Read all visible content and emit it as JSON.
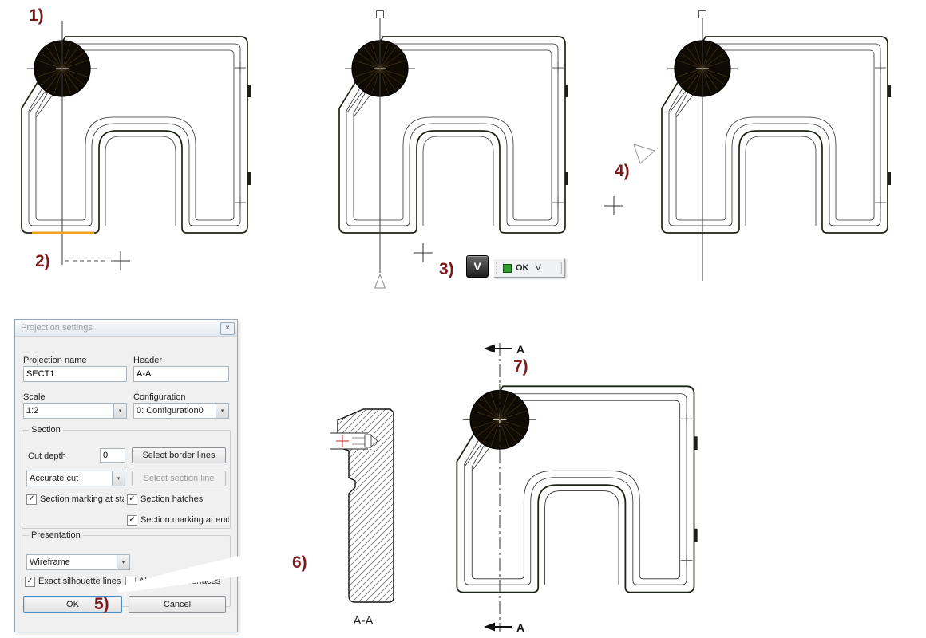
{
  "annotations": {
    "n1": "1)",
    "n2": "2)",
    "n3": "3)",
    "n4": "4)",
    "n5": "5)",
    "n6": "6)",
    "n7": "7)"
  },
  "key_hint": {
    "key": "V"
  },
  "mini_toolbar": {
    "ok": "OK",
    "v": "V"
  },
  "icons": {
    "check": "✓",
    "close": "×",
    "dropdown": "▾"
  },
  "dialog": {
    "title": "Projection settings",
    "projection_name_label": "Projection name",
    "projection_name_value": "SECT1",
    "header_label": "Header",
    "header_value": "A-A",
    "scale_label": "Scale",
    "scale_value": "1:2",
    "configuration_label": "Configuration",
    "configuration_value": "0: Configuration0",
    "section_group_title": "Section",
    "cut_depth_label": "Cut depth",
    "cut_depth_value": "0",
    "select_border_lines_label": "Select border lines",
    "cut_mode_value": "Accurate cut",
    "select_section_line_label": "Select section line",
    "marking_start_label": "Section marking at star",
    "hatches_label": "Section hatches",
    "marking_end_label": "Section marking at end",
    "presentation_group_title": "Presentation",
    "presentation_mode_value": "Wireframe",
    "exact_silhouette_label": "Exact silhouette lines",
    "spline_label": "Al for spline surfaces",
    "ok_label": "OK",
    "cancel_label": "Cancel"
  },
  "section_view": {
    "label": "A-A"
  },
  "section_marks": {
    "top": "A",
    "bottom": "A"
  },
  "colors": {
    "annotation": "#7b1a1a",
    "edge_highlight": "#eda01c",
    "toolbar_green": "#2f9e2f"
  }
}
